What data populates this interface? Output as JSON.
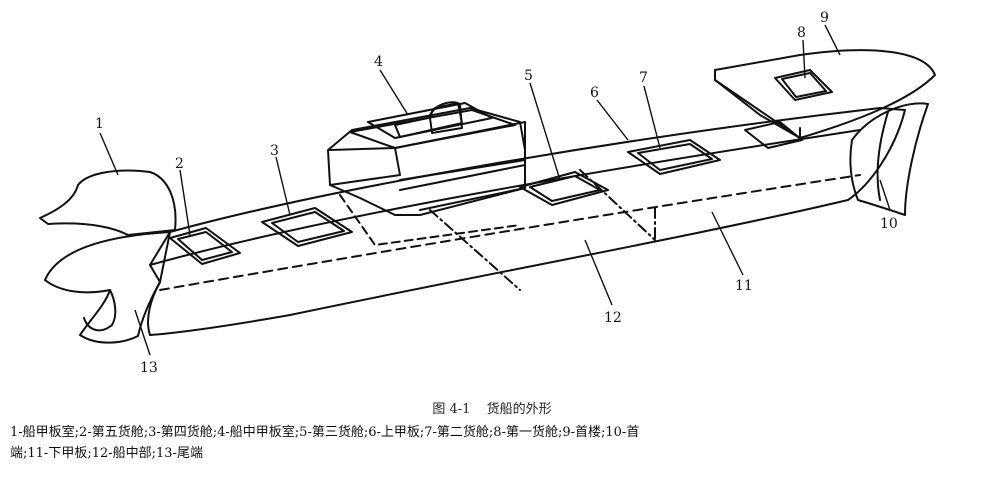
{
  "figure": {
    "labels": [
      "1",
      "2",
      "3",
      "4",
      "5",
      "6",
      "7",
      "8",
      "9",
      "10",
      "11",
      "12",
      "13"
    ]
  },
  "caption": {
    "number": "图 4-1",
    "title": "货船的外形"
  },
  "legend": {
    "line1": "1-船甲板室;2-第五货舱;3-第四货舱;4-船中甲板室;5-第三货舱;6-上甲板;7-第二货舱;8-第一货舱;9-首楼;10-首",
    "line2": "端;11-下甲板;12-船中部;13-尾端"
  }
}
